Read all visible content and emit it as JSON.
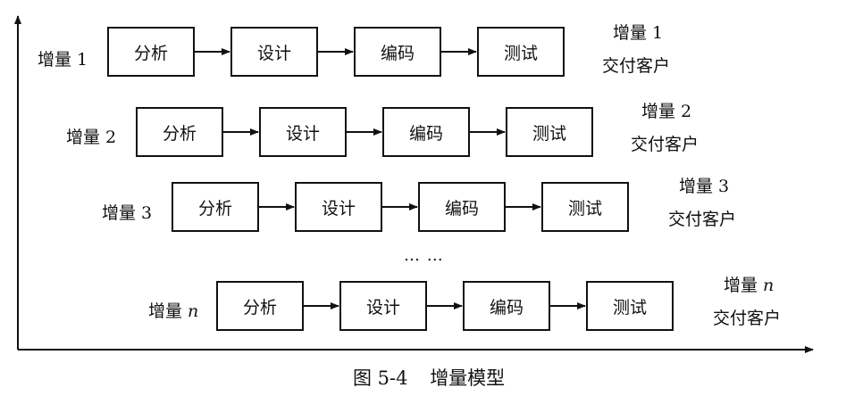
{
  "rows": [
    {
      "label": "增量",
      "number": "1",
      "italic": false,
      "stages": [
        "分析",
        "设计",
        "编码",
        "测试"
      ],
      "delivery_increment": "增量",
      "delivery_number": "1",
      "delivery_customer": "交付客户"
    },
    {
      "label": "增量",
      "number": "2",
      "italic": false,
      "stages": [
        "分析",
        "设计",
        "编码",
        "测试"
      ],
      "delivery_increment": "增量",
      "delivery_number": "2",
      "delivery_customer": "交付客户"
    },
    {
      "label": "增量",
      "number": "3",
      "italic": false,
      "stages": [
        "分析",
        "设计",
        "编码",
        "测试"
      ],
      "delivery_increment": "增量",
      "delivery_number": "3",
      "delivery_customer": "交付客户"
    },
    {
      "label": "增量",
      "number": "n",
      "italic": true,
      "stages": [
        "分析",
        "设计",
        "编码",
        "测试"
      ],
      "delivery_increment": "增量",
      "delivery_number": "n",
      "delivery_customer": "交付客户"
    }
  ],
  "ellipsis": "… …",
  "caption": {
    "figure": "图 5-4",
    "title": "增量模型"
  }
}
